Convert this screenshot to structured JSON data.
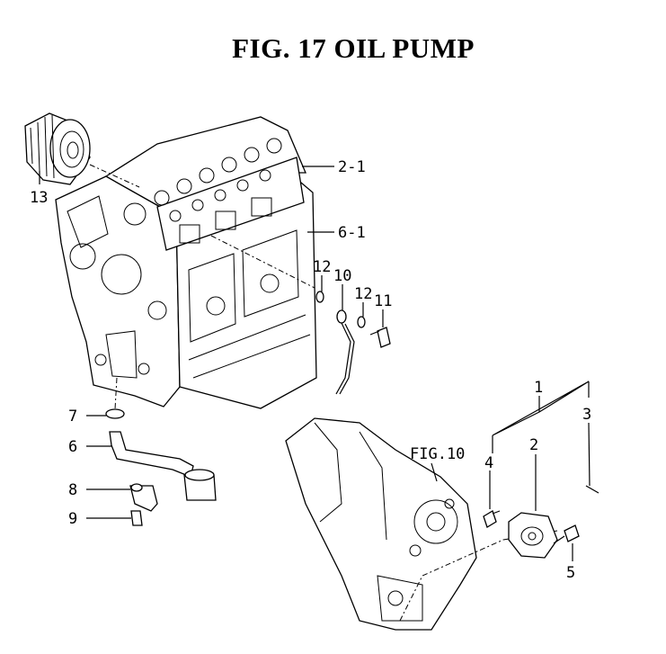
{
  "title": "FIG. 17  OIL PUMP",
  "callouts": {
    "c13": "13",
    "c2_1": "2-1",
    "c6_1": "6-1",
    "c12a": "12",
    "c10": "10",
    "c12b": "12",
    "c11": "11",
    "c7": "7",
    "c6": "6",
    "c8": "8",
    "c9": "9",
    "c1": "1",
    "c3": "3",
    "c4": "4",
    "c2": "2",
    "c5": "5",
    "fig10": "FIG.10"
  }
}
